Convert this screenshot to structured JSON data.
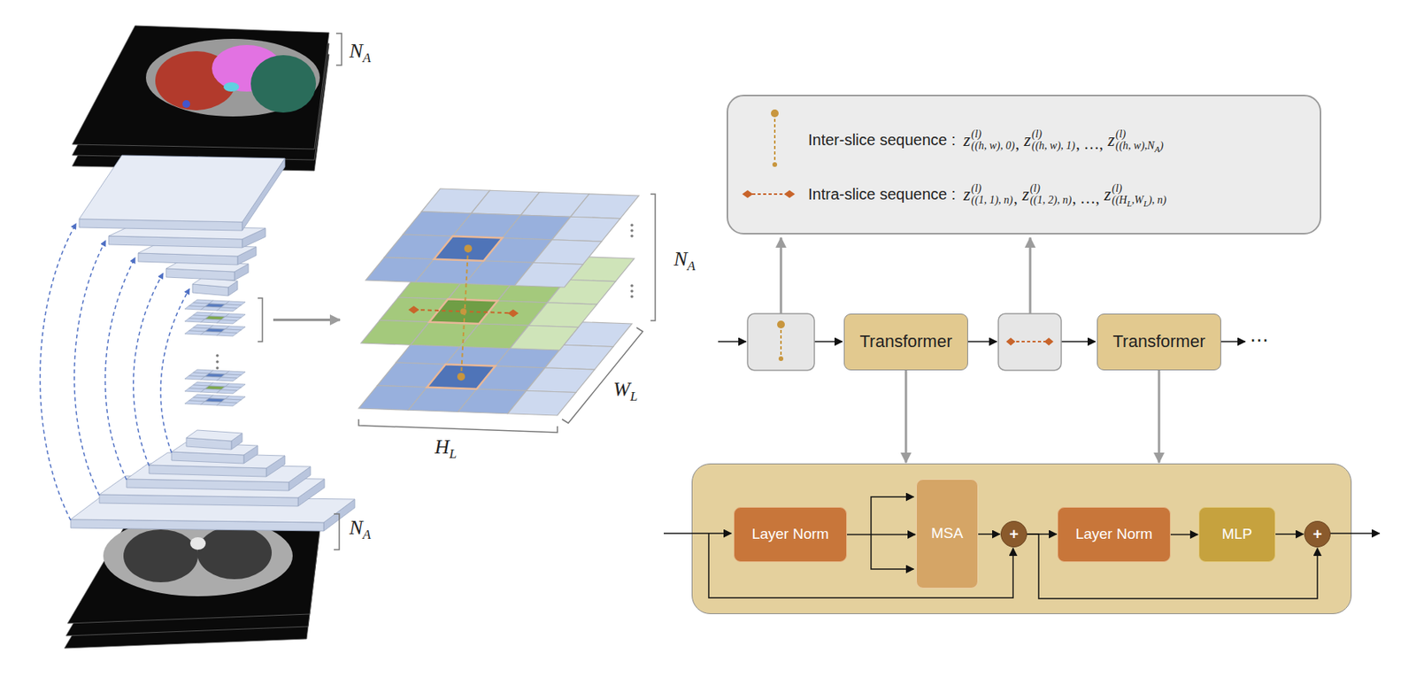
{
  "diagram": {
    "nodes": [
      {
        "text": [
          "Inter-slice sequence :",
          "Intra-slice sequence :"
        ]
      },
      {
        "text": [
          "Transformer"
        ]
      },
      {
        "text": [
          "Transformer"
        ]
      },
      {
        "text": []
      },
      {
        "text": [
          "Layer Norm"
        ],
        "in": 3
      },
      {
        "text": [
          "MSA"
        ],
        "in": 3
      },
      {
        "text": [
          "+"
        ],
        "in": 3
      },
      {
        "text": [
          "Layer Norm"
        ],
        "in": 3
      },
      {
        "text": [
          "MLP"
        ],
        "in": 3
      },
      {
        "text": [
          "+"
        ],
        "in": 3
      }
    ],
    "edges": [
      {
        "from": 1,
        "to": 3,
        "arrow": "to"
      },
      {
        "from": 2,
        "to": 3,
        "arrow": "to"
      },
      {
        "from": 4,
        "to": 5,
        "arrow": "to"
      },
      {
        "from": 5,
        "to": 6,
        "arrow": "to"
      },
      {
        "from": 6,
        "to": 7,
        "arrow": "to"
      },
      {
        "from": 7,
        "to": 8,
        "arrow": "to"
      },
      {
        "from": 8,
        "to": 9,
        "arrow": "to"
      },
      {
        "from": 6,
        "to": 9,
        "arrow": "to"
      }
    ],
    "labels": [
      "N",
      "A",
      "N",
      "A",
      "W",
      "L",
      "H",
      "L",
      "N",
      "A",
      "z",
      "(l)",
      "((h, w), 0)",
      ",",
      "z",
      "(l)",
      "((h, w), 1)",
      ", …,",
      "z",
      "(l)",
      "((h, w),N",
      "A",
      ")",
      "z",
      "(l)",
      "((1, 1), n)",
      ",",
      "z",
      "(l)",
      "((1, 2), n)",
      ", …,",
      "z",
      "(l)",
      "((H",
      "L",
      ",W",
      "L",
      "), n)",
      "⋯"
    ]
  }
}
